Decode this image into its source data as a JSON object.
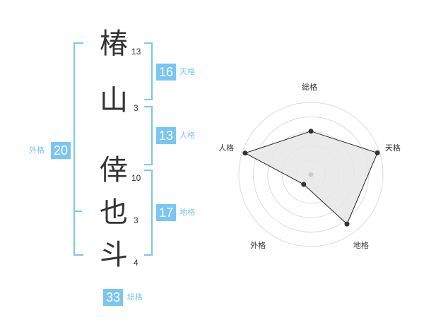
{
  "name": {
    "chars": [
      {
        "char": "椿",
        "strokes": "13"
      },
      {
        "char": "山",
        "strokes": "3"
      },
      {
        "char": "倖",
        "strokes": "10"
      },
      {
        "char": "也",
        "strokes": "3"
      },
      {
        "char": "斗",
        "strokes": "4"
      }
    ]
  },
  "kaku": {
    "tenkaku": {
      "value": "16",
      "label": "天格"
    },
    "jinkaku": {
      "value": "13",
      "label": "人格"
    },
    "chikaku": {
      "value": "17",
      "label": "地格"
    },
    "gaikaku": {
      "value": "20",
      "label": "外格"
    },
    "soukaku": {
      "value": "33",
      "label": "総格"
    }
  },
  "radar": {
    "axes": [
      "総格",
      "天格",
      "地格",
      "外格",
      "人格"
    ],
    "values": [
      0.6,
      0.97,
      0.85,
      0.17,
      0.96
    ],
    "colors": {
      "fill": "#e6e6e6",
      "line": "#222222",
      "grid": "#dcdcdc",
      "point": "#333333",
      "center": "#cccccc"
    }
  },
  "colors": {
    "accent": "#79c6f5",
    "text": "#333333"
  }
}
